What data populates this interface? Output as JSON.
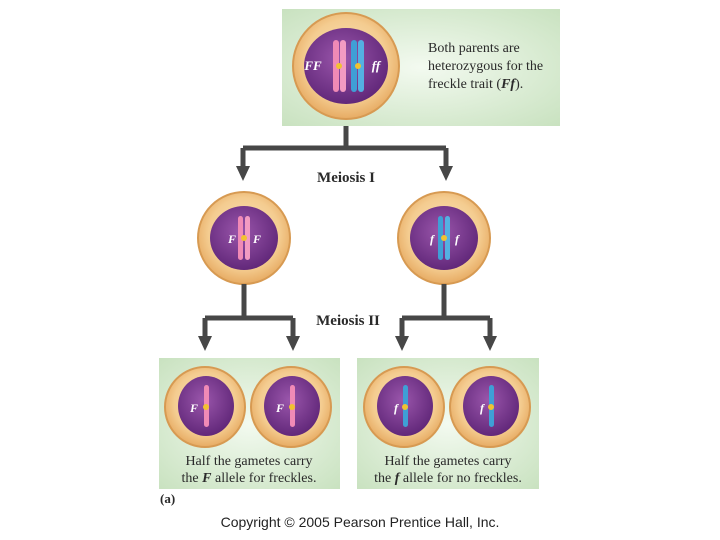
{
  "top_caption": {
    "line1": "Both parents are",
    "line2": "heterozygous for the",
    "line3_prefix": "freckle trait (",
    "line3_allele": "Ff",
    "line3_suffix": ")."
  },
  "parent_cell": {
    "left_label": "FF",
    "right_label": "ff"
  },
  "stage_labels": {
    "meiosis1": "Meiosis I",
    "meiosis2": "Meiosis II"
  },
  "meiosis1_cells": {
    "left_allele": "F",
    "right_allele": "f"
  },
  "gametes": {
    "left": {
      "allele": "F",
      "caption_line1": "Half the gametes carry",
      "caption_pre": "the ",
      "caption_allele": "F",
      "caption_post": " allele for freckles."
    },
    "right": {
      "allele": "f",
      "caption_line1": "Half the gametes carry",
      "caption_pre": "the ",
      "caption_allele": "f",
      "caption_post": " allele for no freckles."
    }
  },
  "panel_label": "(a)",
  "copyright": "Copyright © 2005 Pearson Prentice Hall, Inc.",
  "colors": {
    "panel_bg": "#cfe6c7",
    "cell_outer": "#f3c98c",
    "nucleus": "#7d3a8e",
    "pink": "#f08ab6",
    "blue": "#3f9fd6",
    "arrow": "#474747"
  }
}
